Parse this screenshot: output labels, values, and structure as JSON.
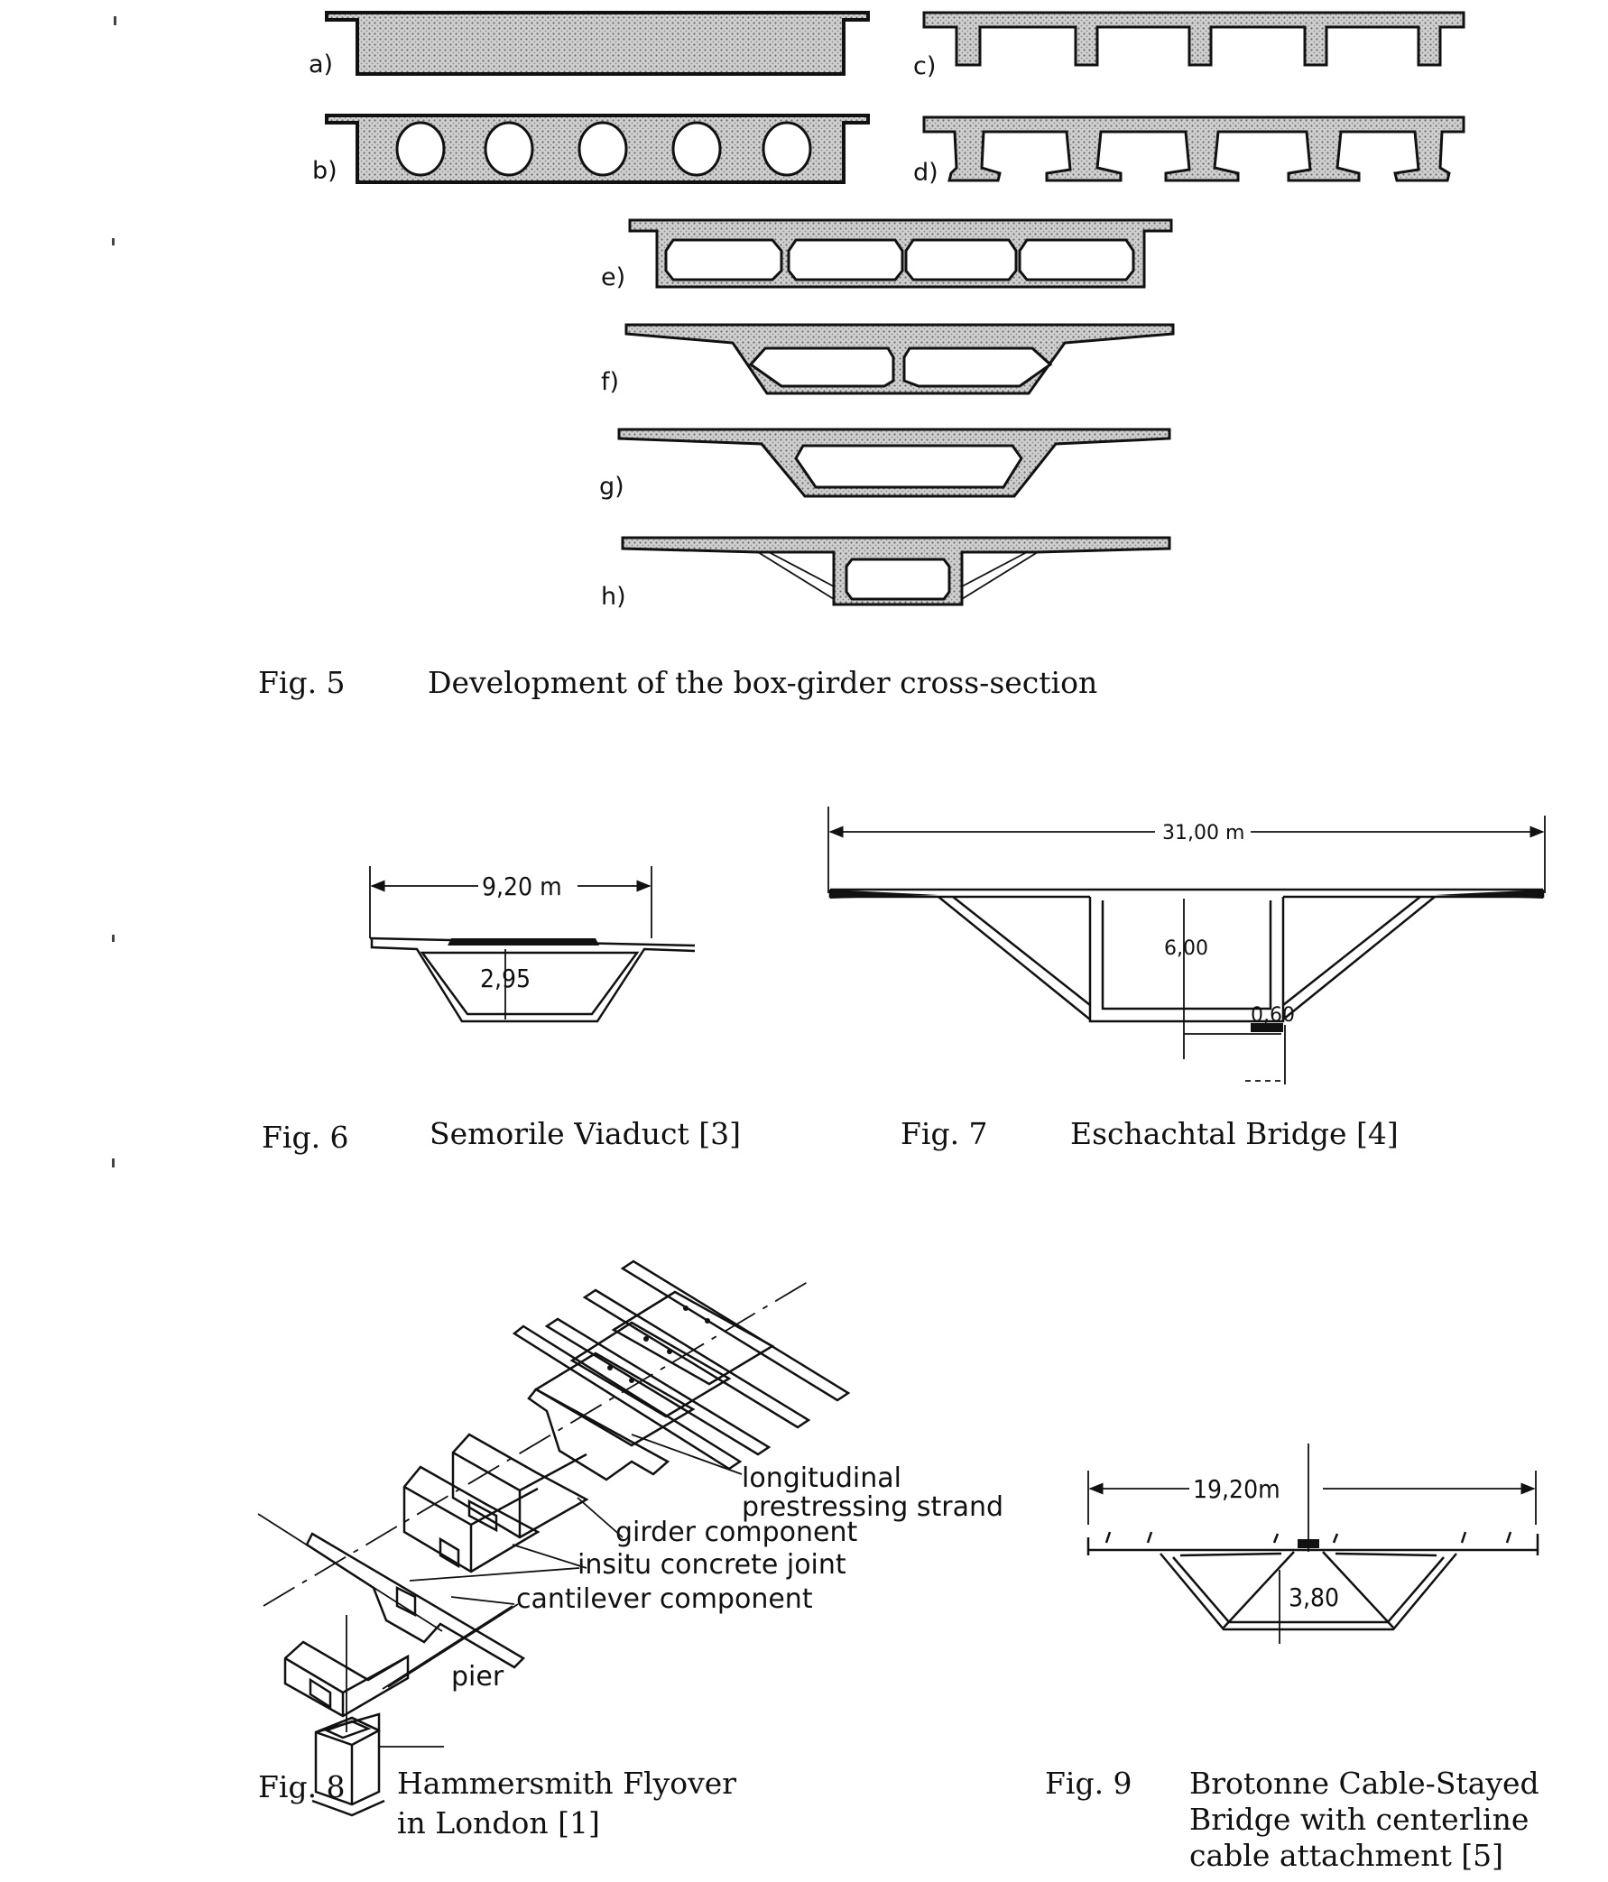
{
  "fig5": {
    "labels": [
      "a)",
      "b)",
      "c)",
      "d)",
      "e)",
      "f)",
      "g)",
      "h)"
    ],
    "caption_num": "Fig. 5",
    "caption_text": "Development of the box-girder cross-section"
  },
  "fig6": {
    "width_dim": "9,20 m",
    "height_dim": "2,95",
    "caption_num": "Fig. 6",
    "caption_text": "Semorile Viaduct [3]"
  },
  "fig7": {
    "width_dim": "31,00 m",
    "height_dim": "6,00",
    "small_dim": "0,60",
    "caption_num": "Fig. 7",
    "caption_text": "Eschachtal Bridge [4]"
  },
  "fig8": {
    "callouts": {
      "longitudinal": "longitudinal",
      "prestressing": "prestressing strand",
      "girder": "girder component",
      "insitu": "insitu concrete joint",
      "cantilever": "cantilever component",
      "pier": "pier"
    },
    "caption_num": "Fig. 8",
    "caption_line1": "Hammersmith Flyover",
    "caption_line2": "in London [1]"
  },
  "fig9": {
    "width_dim": "19,20m",
    "height_dim": "3,80",
    "caption_num": "Fig. 9",
    "caption_line1": "Brotonne Cable-Stayed",
    "caption_line2": "Bridge with centerline",
    "caption_line3": "cable attachment [5]"
  }
}
